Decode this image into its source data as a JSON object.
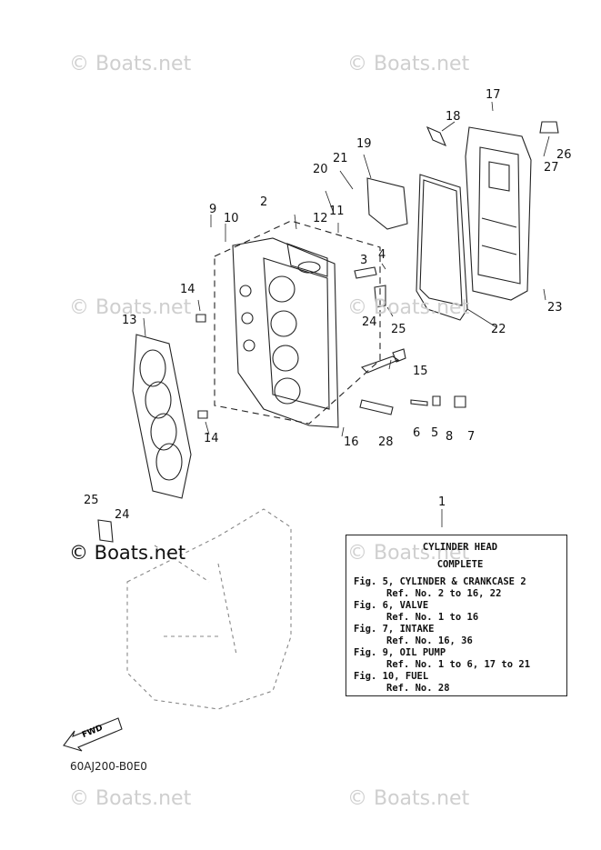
{
  "watermark": "© Boats.net",
  "callouts": [
    "1",
    "2",
    "3",
    "4",
    "5",
    "6",
    "7",
    "8",
    "9",
    "10",
    "11",
    "12",
    "13",
    "14",
    "14",
    "15",
    "16",
    "17",
    "18",
    "19",
    "20",
    "21",
    "22",
    "23",
    "24",
    "24",
    "25",
    "25",
    "26",
    "27",
    "28"
  ],
  "legend": {
    "title1": "CYLINDER HEAD",
    "title2": "COMPLETE",
    "lines": [
      "Fig. 5, CYLINDER & CRANKCASE 2",
      "Ref. No. 2 to 16, 22",
      "Fig. 6, VALVE",
      "Ref. No. 1 to 16",
      "Fig. 7, INTAKE",
      "Ref. No. 16, 36",
      "Fig. 9, OIL PUMP",
      "Ref. No. 1 to 6, 17 to 21",
      "Fig. 10, FUEL",
      "Ref. No. 28"
    ]
  },
  "fwd_label": "FWD",
  "diagram_code": "60AJ200-B0E0"
}
